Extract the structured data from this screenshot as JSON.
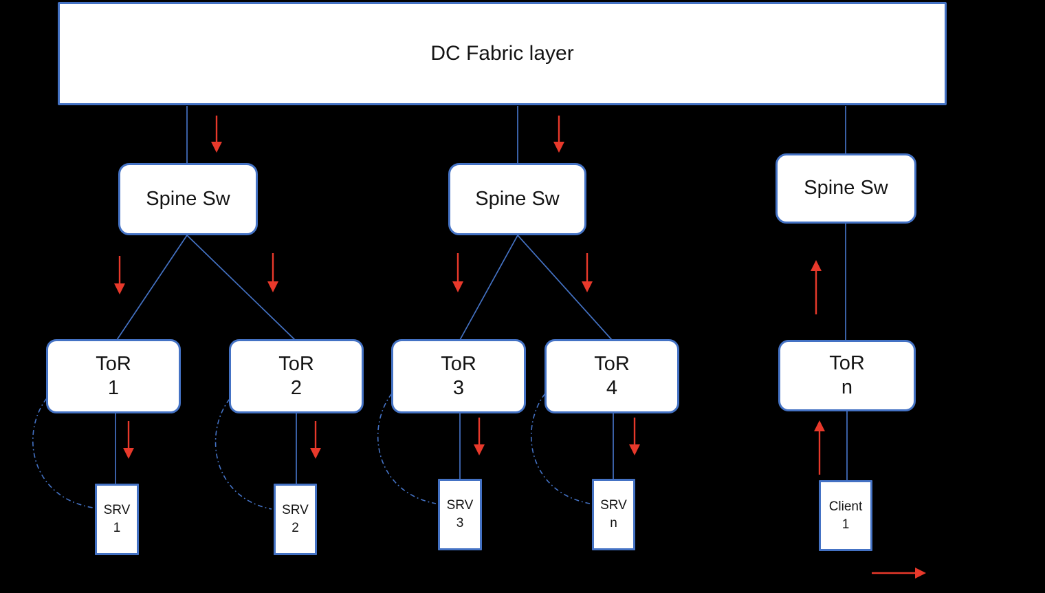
{
  "colors": {
    "background": "#000000",
    "box_fill": "#ffffff",
    "box_border_blue": "#4472c4",
    "connector_blue": "#4472c4",
    "arrow_red": "#e8392b",
    "text": "#141414"
  },
  "fabric": {
    "label": "DC Fabric layer"
  },
  "spines": {
    "spine1": {
      "label": "Spine Sw"
    },
    "spine2": {
      "label": "Spine Sw"
    },
    "spine3": {
      "label": "Spine Sw"
    }
  },
  "tors": {
    "tor1": {
      "name": "ToR",
      "id": "1"
    },
    "tor2": {
      "name": "ToR",
      "id": "2"
    },
    "tor3": {
      "name": "ToR",
      "id": "3"
    },
    "tor4": {
      "name": "ToR",
      "id": "4"
    },
    "torn": {
      "name": "ToR",
      "id": "n"
    }
  },
  "servers": {
    "srv1": {
      "name": "SRV",
      "id": "1"
    },
    "srv2": {
      "name": "SRV",
      "id": "2"
    },
    "srv3": {
      "name": "SRV",
      "id": "3"
    },
    "srvn": {
      "name": "SRV",
      "id": "n"
    },
    "client": {
      "name": "Client",
      "id": "1"
    }
  }
}
